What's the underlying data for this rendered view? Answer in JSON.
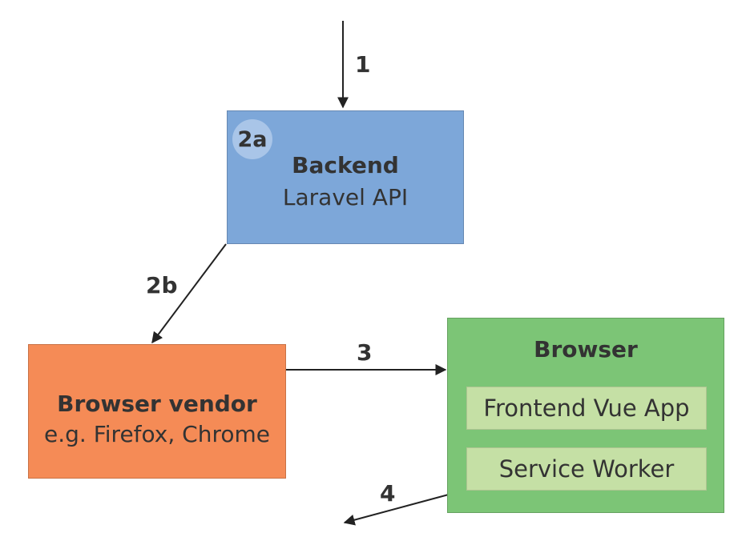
{
  "backend": {
    "badge": "2a",
    "title": "Backend",
    "subtitle": "Laravel API",
    "color": "#7da7d9"
  },
  "vendor": {
    "title": "Browser vendor",
    "subtitle": "e.g. Firefox, Chrome",
    "color": "#f58b56"
  },
  "browser": {
    "title": "Browser",
    "color": "#7cc576",
    "frontend": "Frontend Vue App",
    "service_worker": "Service Worker",
    "inner_color": "#c5e0a5"
  },
  "steps": {
    "s1": "1",
    "s2b": "2b",
    "s3": "3",
    "s4": "4"
  },
  "arrow_color": "#222222"
}
